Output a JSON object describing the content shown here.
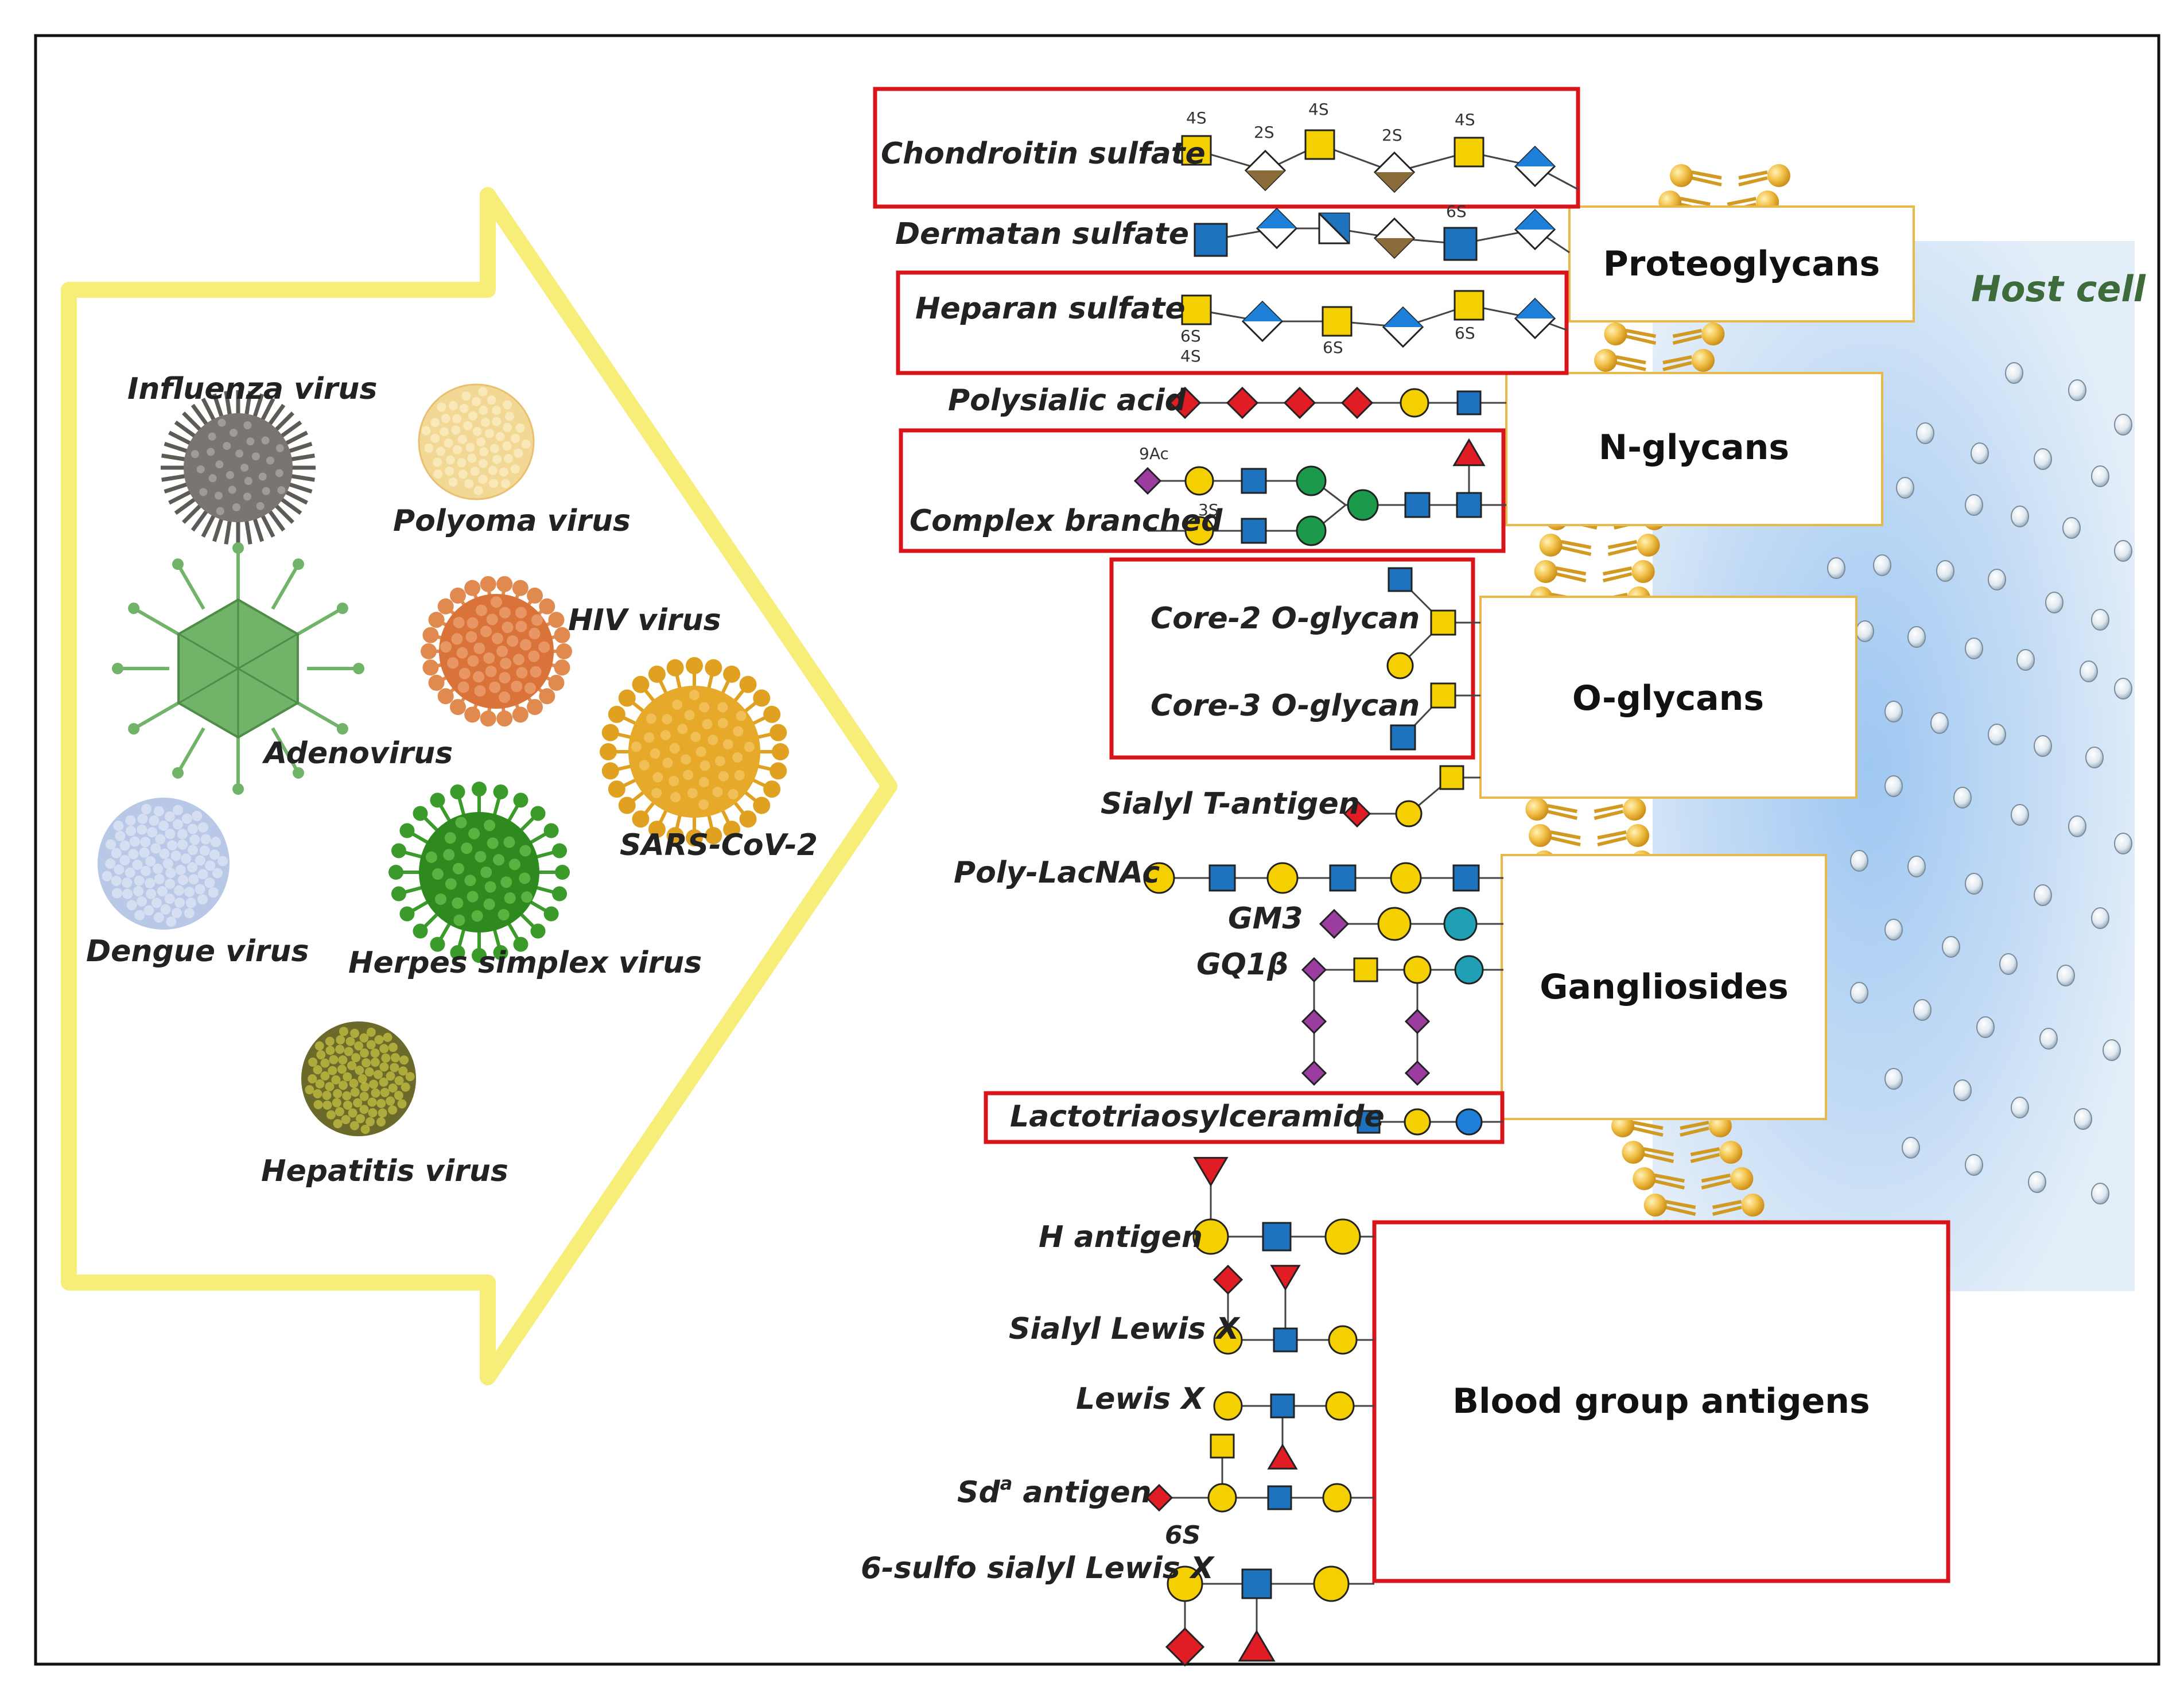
{
  "viruses": [
    {
      "id": "influenza",
      "label": "Influenza virus",
      "color": "#7a7570"
    },
    {
      "id": "polyoma",
      "label": "Polyoma virus",
      "color": "#f2d795"
    },
    {
      "id": "adeno",
      "label": "Adenovirus",
      "color": "#72b36a"
    },
    {
      "id": "hiv",
      "label": "HIV virus",
      "color": "#d9733a"
    },
    {
      "id": "sars",
      "label": "SARS-CoV-2",
      "color": "#e6a92a"
    },
    {
      "id": "dengue",
      "label": "Dengue virus",
      "color": "#b8c8e6"
    },
    {
      "id": "herpes",
      "label": "Herpes simplex virus",
      "color": "#2e8a1e"
    },
    {
      "id": "hepatitis",
      "label": "Hepatitis virus",
      "color": "#6b6a2a"
    }
  ],
  "glycans": {
    "chondroitin": "Chondroitin sulfate",
    "dermatan": "Dermatan sulfate",
    "heparan": "Heparan sulfate",
    "polysialic": "Polysialic acid",
    "complex": "Complex branched",
    "core2": "Core-2 O-glycan",
    "core3": "Core-3 O-glycan",
    "sialylt": "Sialyl T-antigen",
    "polylacnac": "Poly-LacNAc",
    "gm3": "GM3",
    "gq1b": "GQ1β",
    "lactotriaosyl": "Lactotriaosylceramide",
    "hantigen": "H antigen",
    "sialyllewisx": "Sialyl Lewis X",
    "lewisx": "Lewis X",
    "sda": "Sd",
    "sda_sup": "a",
    "sda_rest": " antigen",
    "sulfosialyl": "6-sulfo sialyl Lewis X"
  },
  "mods": {
    "s4": "4S",
    "s2": "2S",
    "s6": "6S",
    "s3": "3S",
    "ac9": "9Ac"
  },
  "categories": {
    "proteoglycans": "Proteoglycans",
    "nglycans": "N-glycans",
    "oglycans": "O-glycans",
    "gangliosides": "Gangliosides",
    "bloodgroup": "Blood group antigens"
  },
  "host_cell": "Host cell",
  "colors": {
    "gal": "#f5d000",
    "glcnac": "#1e73be",
    "glc": "#1e7fd9",
    "man": "#1a9a4a",
    "sia": "#e01c24",
    "neu5ac": "#9b3d9e",
    "fuc": "#e01c24",
    "ida": "#8b6b3a",
    "highlight": "#d8151b",
    "category_border": "#e8b84a",
    "arrow": "#f7ee7a",
    "host_text": "#3e6b3a",
    "membrane": "#e0a92a"
  }
}
